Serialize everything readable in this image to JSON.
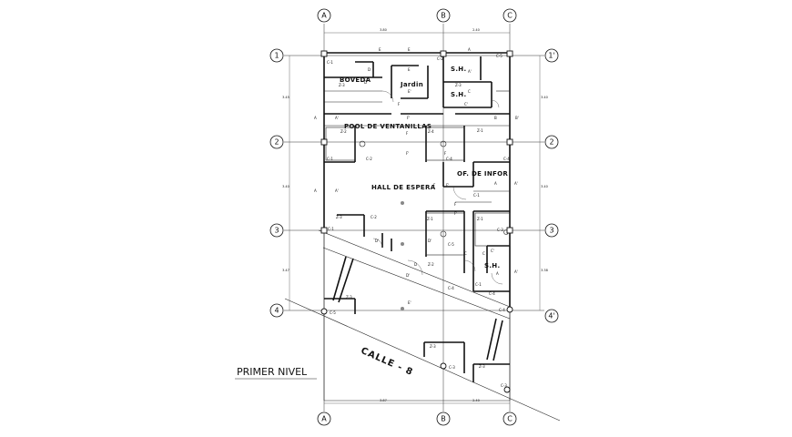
{
  "drawing": {
    "title": "PRIMER NIVEL",
    "street": "CALLE - 8"
  },
  "grid": {
    "columns": [
      "A",
      "B",
      "C"
    ],
    "rows": [
      "1",
      "2",
      "3",
      "4"
    ],
    "rows_right": [
      "1'",
      "2",
      "3",
      "4'"
    ]
  },
  "rooms": {
    "boveda": "BOVEDA",
    "jardin": "Jardin",
    "sh_top": "S.H.",
    "sh_mid": "S.H.",
    "pool": "POOL DE VENTANILLAS",
    "hall": "HALL DE ESPERA",
    "of_infor": "OF. DE INFOR",
    "sh_bottom": "S.H."
  },
  "tags": {
    "c1": "C-1",
    "c2": "C-2",
    "c3": "C-3",
    "c4": "C-4",
    "c5": "C-5",
    "z1": "Z-1",
    "z2": "Z-2",
    "z3": "Z-3",
    "z4": "Z-4",
    "a": "A",
    "a_p": "A'",
    "b": "B",
    "b_p": "B'",
    "c": "C",
    "c_p": "C'",
    "d": "D",
    "d_p": "D'",
    "e": "E",
    "e_p": "E'",
    "f": "F",
    "f_p": "F'"
  }
}
